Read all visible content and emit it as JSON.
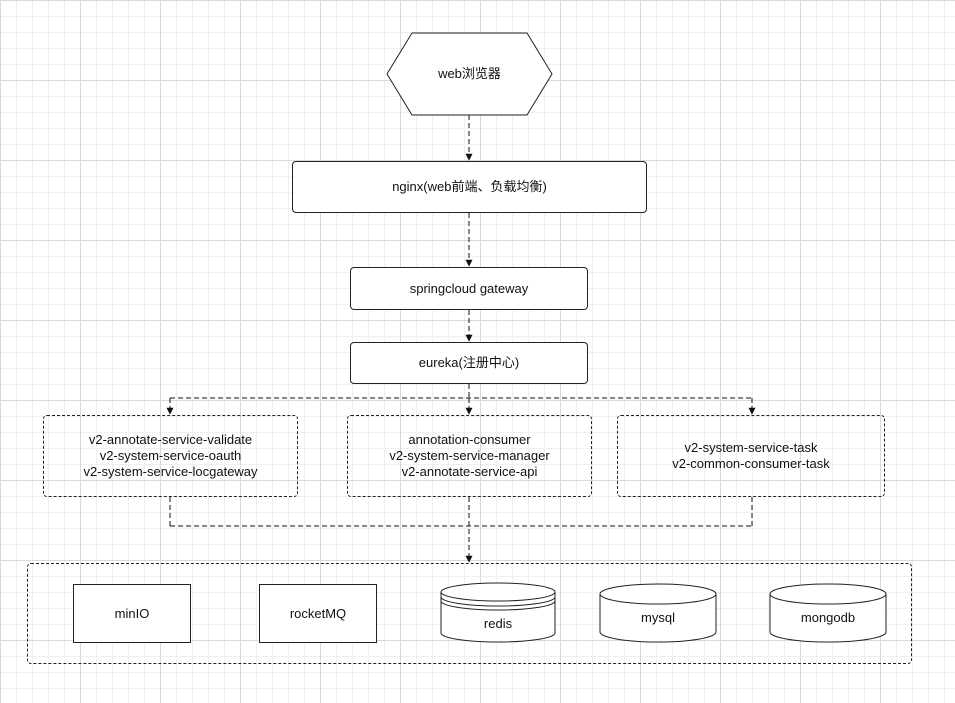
{
  "browser": {
    "label": "web浏览器"
  },
  "nginx": {
    "label": "nginx(web前端、负载均衡)"
  },
  "gateway": {
    "label": "springcloud gateway"
  },
  "eureka": {
    "label": "eureka(注册中心)"
  },
  "service_groups": [
    {
      "lines": [
        "v2-annotate-service-validate",
        "v2-system-service-oauth",
        "v2-system-service-locgateway"
      ]
    },
    {
      "lines": [
        "annotation-consumer",
        "v2-system-service-manager",
        "v2-annotate-service-api"
      ]
    },
    {
      "lines": [
        "v2-system-service-task",
        "v2-common-consumer-task"
      ]
    }
  ],
  "storage": {
    "minio": "minIO",
    "rocketmq": "rocketMQ",
    "redis": "redis",
    "mysql": "mysql",
    "mongodb": "mongodb"
  }
}
